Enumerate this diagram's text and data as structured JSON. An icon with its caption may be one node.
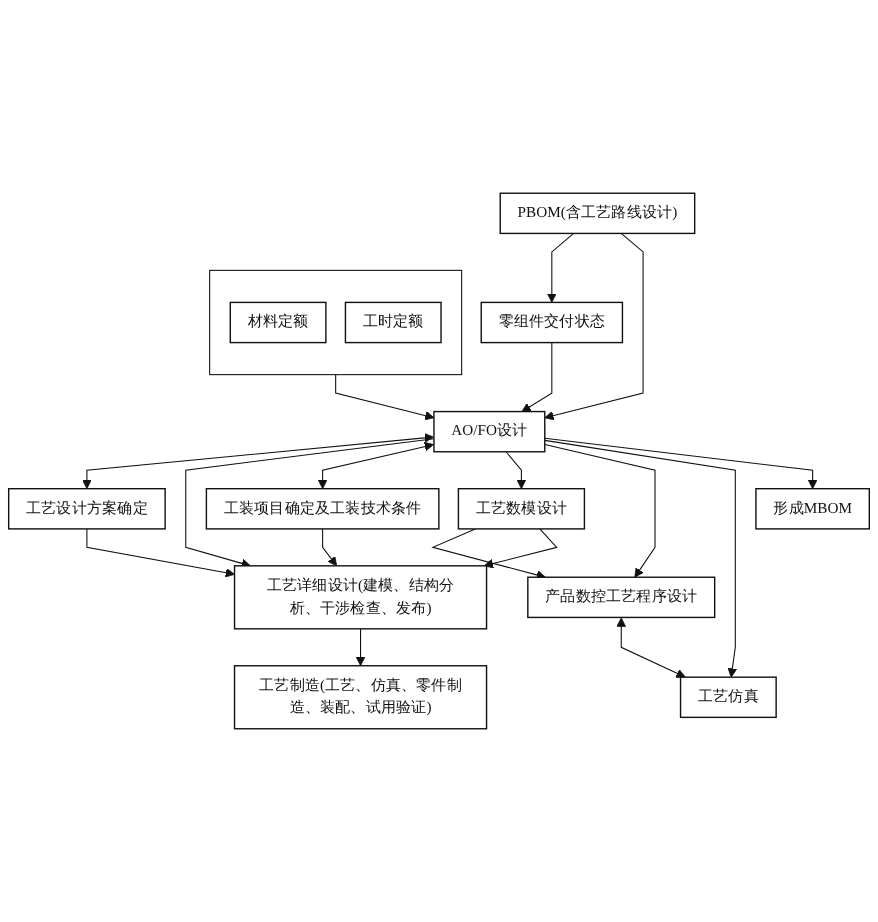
{
  "diagram": {
    "nodes": [
      {
        "text": [
          "PBOM(含工艺路线设计)"
        ]
      },
      {
        "text": [
          "零组件交付状态"
        ]
      },
      {
        "text": [],
        "shape": "box"
      },
      {
        "text": [
          "材料定额"
        ],
        "in": 2
      },
      {
        "text": [
          "工时定额"
        ],
        "in": 2
      },
      {
        "text": [
          "AO/FO设计"
        ]
      },
      {
        "text": [
          "工艺数模设计"
        ]
      },
      {
        "text": [
          "形成MBOM"
        ]
      },
      {
        "text": [
          "工装项目确定及工装技术条件"
        ]
      },
      {
        "text": [
          "产品数控工艺程序设计"
        ]
      },
      {
        "text": [
          "工艺设计方案确定"
        ]
      },
      {
        "text": [
          "工艺仿真"
        ]
      },
      {
        "text": [
          "工艺详细设计(建模、结构分析、干涉检查、发布)"
        ]
      },
      {
        "text": [
          "工艺制造(工艺、仿真、零件制造、装配、试用验证)"
        ]
      }
    ],
    "edges": [
      {
        "from": 0,
        "to": 1,
        "arrow": "to"
      },
      {
        "from": 0,
        "to": 5,
        "arrow": "to"
      },
      {
        "from": 1,
        "to": 5,
        "arrow": "to"
      },
      {
        "from": 2,
        "to": 5,
        "arrow": "to"
      },
      {
        "from": 5,
        "to": 10,
        "arrow": "both"
      },
      {
        "from": 5,
        "to": 12,
        "arrow": "to"
      },
      {
        "from": 5,
        "to": 8,
        "arrow": "both"
      },
      {
        "from": 5,
        "to": 6,
        "arrow": "to"
      },
      {
        "from": 6,
        "to": 9,
        "arrow": "to"
      },
      {
        "from": 5,
        "to": 9,
        "arrow": "to"
      },
      {
        "from": 5,
        "to": 11,
        "arrow": "to"
      },
      {
        "from": 5,
        "to": 7,
        "arrow": "to"
      },
      {
        "from": 8,
        "to": 12,
        "arrow": "to"
      },
      {
        "from": 6,
        "to": 12,
        "arrow": "to"
      },
      {
        "from": 9,
        "to": 11,
        "arrow": "both"
      },
      {
        "from": 10,
        "to": 12,
        "arrow": "to"
      },
      {
        "from": 12,
        "to": 13,
        "arrow": "to"
      }
    ]
  }
}
